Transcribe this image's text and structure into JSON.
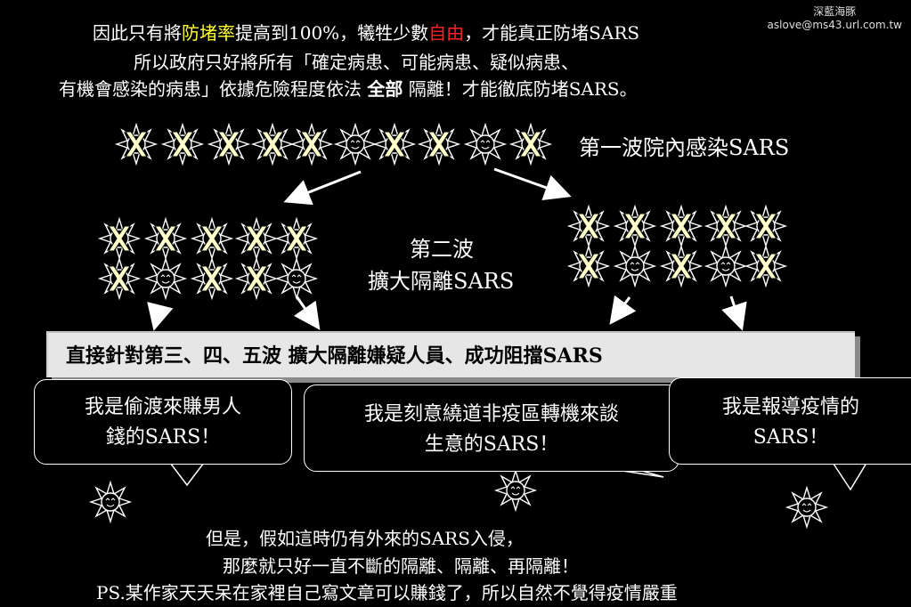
{
  "watermark": {
    "name": "深藍海豚",
    "email": "aslove@ms43.url.com.tw"
  },
  "intro": {
    "line1_a": "因此只有將",
    "line1_b": "防堵率",
    "line1_c": "提高到100%，犧牲少數",
    "line1_d": "自由",
    "line1_e": "，才能真正防堵SARS",
    "line2": "所以政府只好將所有「確定病患、可能病患、疑似病患、",
    "line3_a": "有機會感染的病患」依據危險程度依法",
    "line3_b": "全部",
    "line3_c": "隔離！才能徹底防堵SARS。"
  },
  "wave1_label": "第一波院內感染SARS",
  "wave2_label_line1": "第二波",
  "wave2_label_line2": "擴大隔離SARS",
  "bar_text": "直接針對第三、四、五波 擴大隔離嫌疑人員、成功阻擋SARS",
  "bubbles": [
    {
      "line1": "我是偷渡來賺男人",
      "line2": "錢的SARS！"
    },
    {
      "line1": "我是刻意繞道非疫區轉機來談",
      "line2": "生意的SARS！"
    },
    {
      "line1": "我是報導疫情的",
      "line2": "SARS！"
    }
  ],
  "outro": {
    "line1": "但是，假如這時仍有外來的SARS入侵，",
    "line2": "那麼就只好一直不斷的隔離、隔離、再隔離！",
    "line3": "PS.某作家天天呆在家裡自己寫文章可以賺錢了，所以自然不覺得疫情嚴重"
  },
  "icons": {
    "sun": "smiling-sun-icon",
    "x": "x-mark-icon",
    "arrow": "arrow-icon"
  },
  "colors": {
    "highlight_yellow": "#ffff33",
    "highlight_red": "#ff2222",
    "bar": "#e6e6e6"
  }
}
